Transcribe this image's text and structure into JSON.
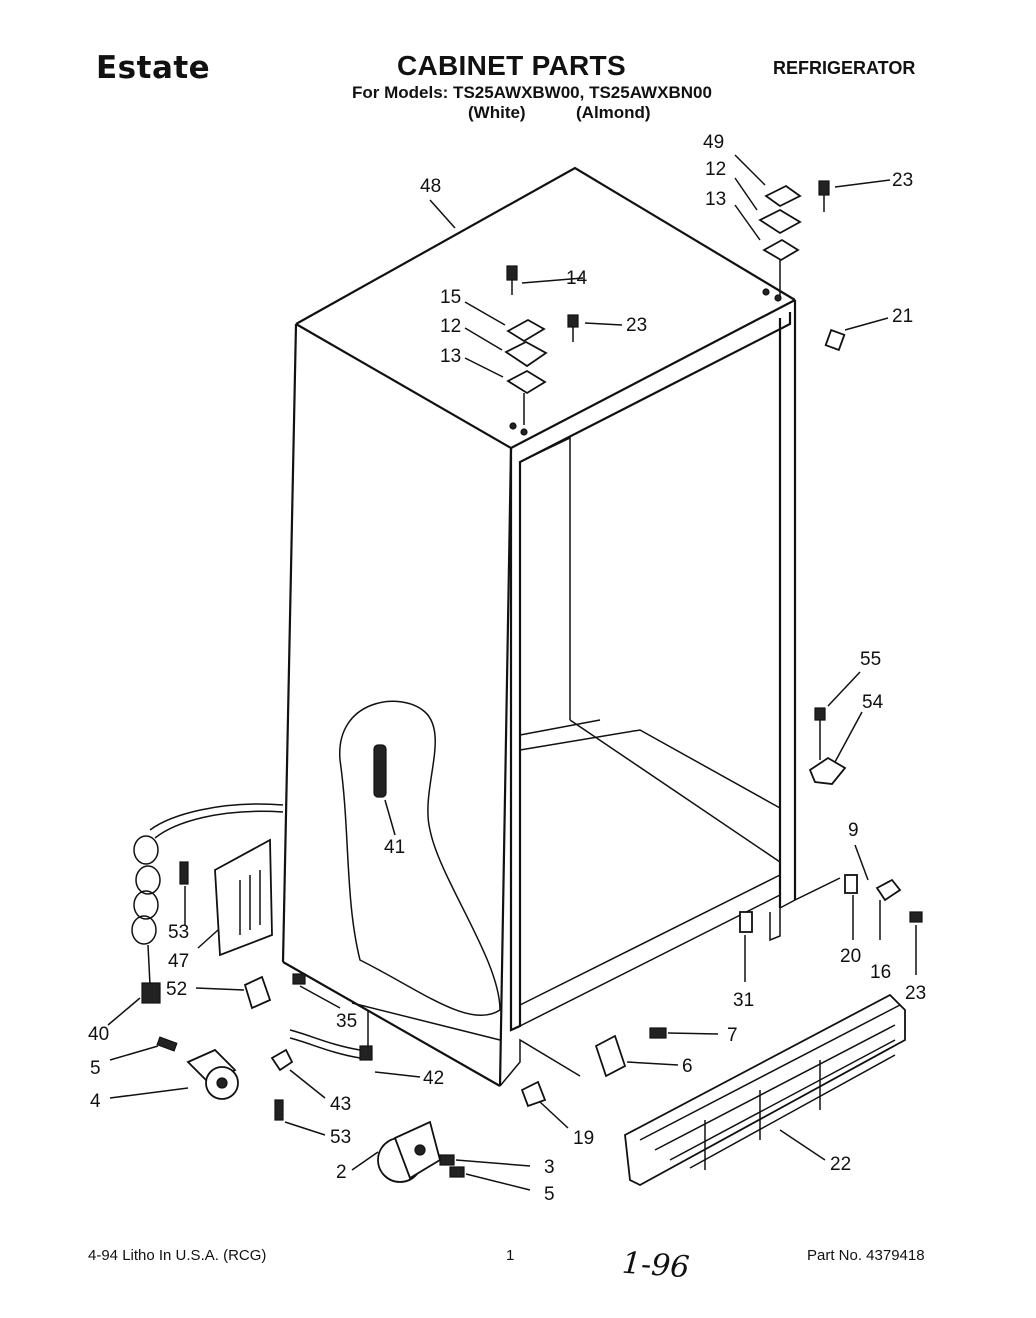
{
  "header": {
    "brand": "Estate",
    "title": "CABINET PARTS",
    "models_line": "For Models: TS25AWXBW00, TS25AWXBN00",
    "color_white": "(White)",
    "color_almond": "(Almond)",
    "product": "REFRIGERATOR"
  },
  "footer": {
    "litho": "4-94 Litho In U.S.A. (RCG)",
    "page": "1",
    "handwritten": "1-96",
    "part_no": "Part No. 4379418"
  },
  "callouts": [
    "48",
    "49",
    "12",
    "13",
    "23",
    "14",
    "15",
    "12",
    "23",
    "13",
    "21",
    "55",
    "54",
    "41",
    "9",
    "20",
    "16",
    "23",
    "31",
    "53",
    "47",
    "52",
    "35",
    "40",
    "5",
    "4",
    "42",
    "43",
    "53",
    "7",
    "6",
    "19",
    "22",
    "2",
    "3",
    "5"
  ]
}
